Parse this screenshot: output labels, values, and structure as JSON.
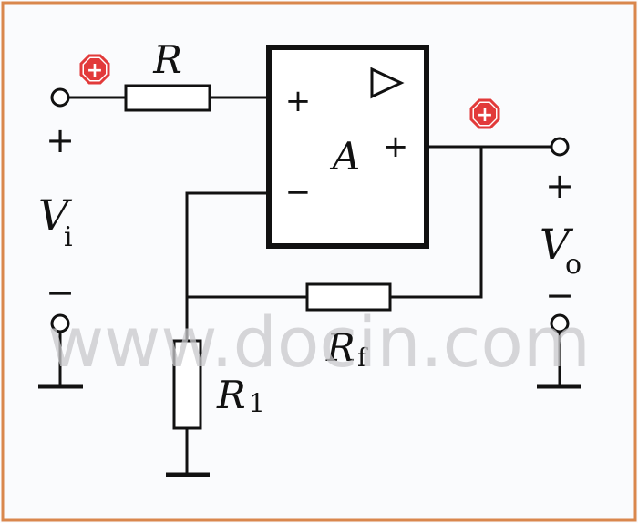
{
  "colors": {
    "frame": "#d9874d",
    "line": "#111111",
    "polarity_marker": "#e23a3a",
    "watermark": "#c9c9cc"
  },
  "labels": {
    "R": "R",
    "R1_main": "R",
    "R1_sub": "1",
    "Rf_main": "R",
    "Rf_sub": "f",
    "A": "A",
    "Vi_main": "V",
    "Vi_sub": "i",
    "Vo_main": "V",
    "Vo_sub": "o"
  },
  "signs": {
    "plus": "+",
    "minus": "−"
  },
  "markers": {
    "input_marker": "+",
    "output_marker": "+"
  },
  "watermark": "www.docin.com",
  "icons": {
    "opamp_symbol": "triangle-icon"
  }
}
